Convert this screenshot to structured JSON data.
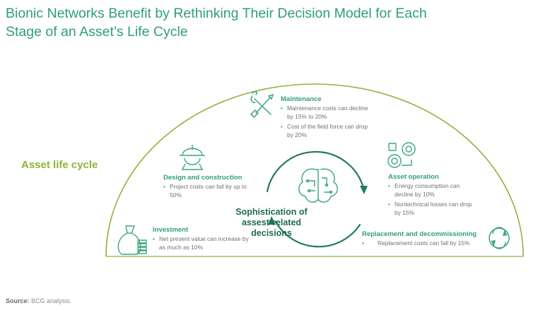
{
  "title_line1": "Bionic Networks Benefit by Rethinking Their Decision Model for Each",
  "title_line2": "Stage of an Asset’s Life Cycle",
  "lifecycle_label": "Asset life cycle",
  "center_lines": [
    "Sophistication of",
    "assest-related",
    "decisions"
  ],
  "stages": {
    "investment": {
      "heading": "Investment",
      "bullets": [
        "Net present value can increase by as much as 10%"
      ],
      "icon": "money-bag-icon"
    },
    "design": {
      "heading": "Design and construction",
      "bullets": [
        "Project costs can fall by up to 50%"
      ],
      "icon": "hard-hat-icon"
    },
    "maintenance": {
      "heading": "Maintenance",
      "bullets": [
        "Maintenance costs can decline by 15% to 20%",
        "Cost of the field force can drop by 20%"
      ],
      "icon": "wrench-screwdriver-icon"
    },
    "operation": {
      "heading": "Asset operation",
      "bullets": [
        "Energy consumption can decline by 10%",
        "Nontechnical losses can drop by 15%"
      ],
      "icon": "gears-icon"
    },
    "replacement": {
      "heading": "Replacement and decommissioning",
      "bullets": [
        "Replacement costs can fall by 15%"
      ],
      "icon": "recycle-icon"
    }
  },
  "source_label": "Source:",
  "source_text": "BCG analysis.",
  "colors": {
    "title": "#2f9e7a",
    "arc": "#8db33a",
    "center": "#1f6b52",
    "icon": "#3aa57c"
  }
}
